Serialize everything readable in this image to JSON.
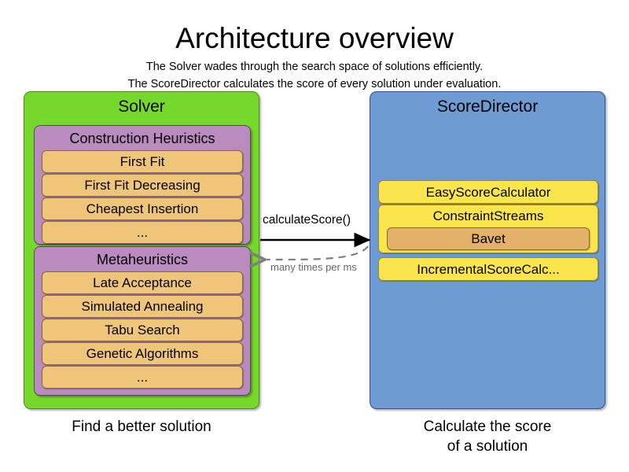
{
  "header": {
    "title": "Architecture overview",
    "subtitle_line1": "The Solver wades through the search space of solutions efficiently.",
    "subtitle_line2": "The ScoreDirector calculates the score of every solution under evaluation."
  },
  "solver": {
    "title": "Solver",
    "caption": "Find a better solution",
    "color": "#76D72C",
    "groups": [
      {
        "title": "Construction Heuristics",
        "color": "#B98BBE",
        "items": [
          {
            "label": "First Fit"
          },
          {
            "label": "First Fit Decreasing"
          },
          {
            "label": "Cheapest Insertion"
          },
          {
            "label": "..."
          }
        ]
      },
      {
        "title": "Metaheuristics",
        "color": "#B98BBE",
        "items": [
          {
            "label": "Late Acceptance"
          },
          {
            "label": "Simulated Annealing"
          },
          {
            "label": "Tabu Search"
          },
          {
            "label": "Genetic Algorithms"
          },
          {
            "label": "..."
          }
        ]
      }
    ]
  },
  "score_director": {
    "title": "ScoreDirector",
    "caption_line1": "Calculate the score",
    "caption_line2": "of a solution",
    "color": "#6E9BD1",
    "items": [
      {
        "label": "EasyScoreCalculator",
        "color": "#FAE54D"
      },
      {
        "label": "ConstraintStreams",
        "color": "#FAE54D",
        "child": {
          "label": "Bavet",
          "color": "#E3B169"
        }
      },
      {
        "label": "IncrementalScoreCalc...",
        "color": "#FAE54D"
      }
    ]
  },
  "arrows": {
    "request_label": "calculateScore()",
    "response_label": "many times per ms",
    "request_style": "solid",
    "response_style": "dashed"
  },
  "colors": {
    "green": "#76D72C",
    "purple": "#B98BBE",
    "orange": "#EFC579",
    "blue": "#6E9BD1",
    "yellow": "#FAE54D",
    "bavet_orange": "#E3B169",
    "dashed_arrow": "#808080"
  }
}
